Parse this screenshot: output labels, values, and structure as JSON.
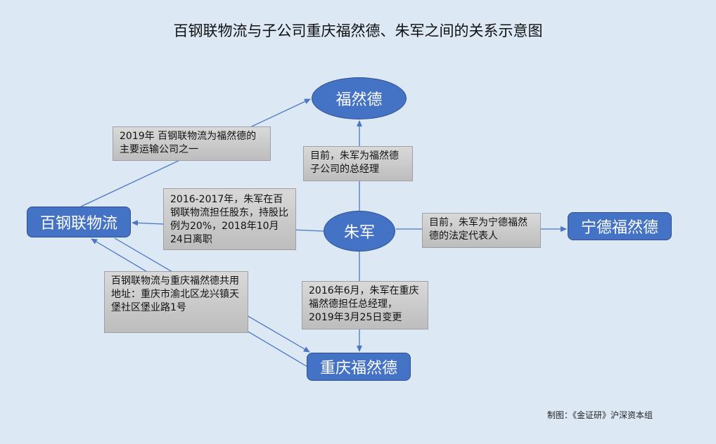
{
  "title": "百钢联物流与子公司重庆福然德、朱军之间的关系示意图",
  "nodes": {
    "fuhrand": "福然德",
    "baigang": "百钢联物流",
    "zhujun": "朱军",
    "ningde": "宁德福然德",
    "chongqing": "重庆福然德"
  },
  "notes": {
    "baigang_fuhrand": "2019年 百钢联物流为福然德的主要运输公司之一",
    "zhujun_fuhrand": "目前，朱军为福然德子公司的总经理",
    "zhujun_baigang": "2016-2017年，朱军在百钢联物流担任股东，持股比例为20%，2018年10月24日离职",
    "zhujun_ningde": "目前，朱军为宁德福然德的法定代表人",
    "baigang_chongqing": "百钢联物流与重庆福然德共用地址：重庆市渝北区龙兴镇天堡社区堡业路1号",
    "zhujun_chongqing": "2016年6月，朱军在重庆福然德担任总经理，2019年3月25日变更"
  },
  "footer": "制图：《金证研》沪深资本组",
  "colors": {
    "node": "#4472c4",
    "line": "#4a76c6",
    "background": "#dde8f5"
  }
}
